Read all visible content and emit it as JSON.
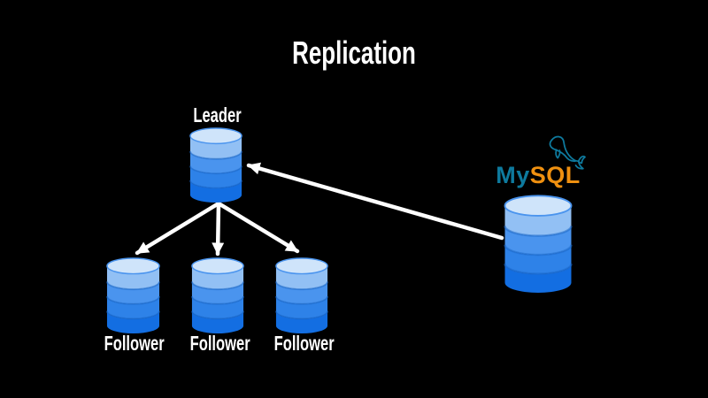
{
  "title": "Replication",
  "leader": {
    "label": "Leader"
  },
  "followers": [
    {
      "label": "Follower"
    },
    {
      "label": "Follower"
    },
    {
      "label": "Follower"
    }
  ],
  "mysql": {
    "brand_my": "My",
    "brand_sql": "SQL"
  },
  "edges": [
    {
      "from": "mysql-database",
      "to": "leader",
      "arrowhead_at": "leader"
    },
    {
      "from": "leader",
      "to": "follower-1",
      "arrowhead_at": "follower-1"
    },
    {
      "from": "leader",
      "to": "follower-2",
      "arrowhead_at": "follower-2"
    },
    {
      "from": "leader",
      "to": "follower-3",
      "arrowhead_at": "follower-3"
    }
  ],
  "icons": {
    "database": "db-cylinder-icon",
    "dolphin": "mysql-dolphin-icon"
  },
  "colors": {
    "background": "#000000",
    "text": "#ffffff",
    "arrow": "#ffffff",
    "mysql-blue": "#0e7a9e",
    "mysql-orange": "#ef9010",
    "db-top": "#cfe4fa",
    "db-band1": "#92c0f4",
    "db-band2": "#4a94ee",
    "db-band3": "#2e82e8",
    "db-band4": "#136ee2",
    "db-seam": "#1e6bcd"
  }
}
